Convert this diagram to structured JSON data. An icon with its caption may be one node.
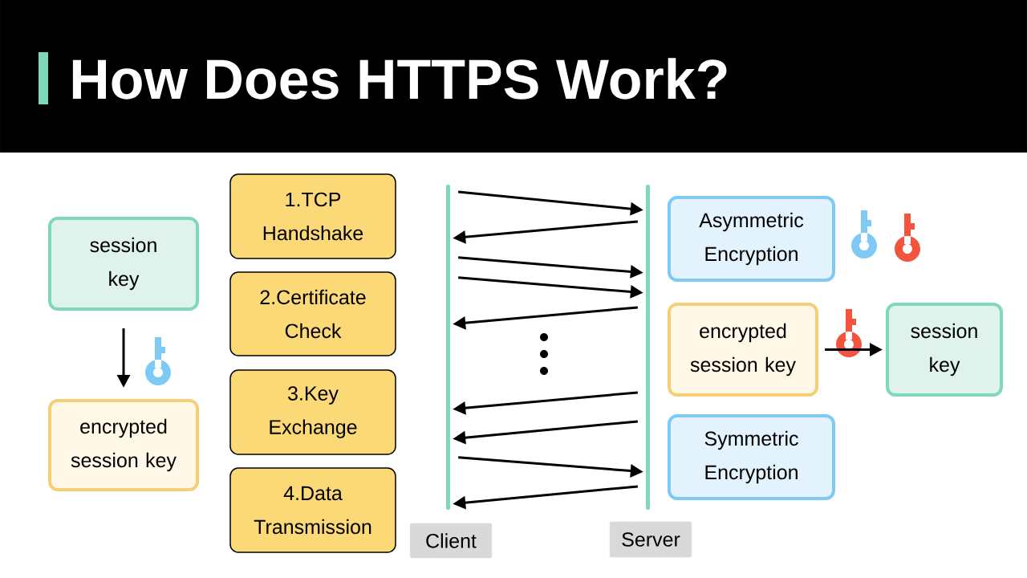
{
  "diagram": {
    "title": "How Does HTTPS Work?",
    "nodes": [
      {
        "text": [
          "session key"
        ]
      },
      {
        "text": [
          "encrypted session key"
        ]
      },
      {
        "text": [
          "1.TCP Handshake"
        ]
      },
      {
        "text": [
          "2.Certificate Check"
        ]
      },
      {
        "text": [
          "3.Key Exchange"
        ]
      },
      {
        "text": [
          "4.Data Transmission"
        ]
      },
      {
        "text": [],
        "shape": "bar"
      },
      {
        "text": [],
        "shape": "bar"
      },
      {
        "text": [
          "Asymmetric Encryption"
        ]
      },
      {
        "text": [
          "encrypted session key"
        ]
      },
      {
        "text": [
          "session key"
        ]
      },
      {
        "text": [
          "Symmetric Encryption"
        ]
      },
      {
        "text": [
          "Client"
        ]
      },
      {
        "text": [
          "Server"
        ]
      }
    ],
    "edges": [
      {
        "from": 0,
        "to": 1,
        "arrow": "to"
      },
      {
        "from": 6,
        "to": 7,
        "arrow": "to"
      },
      {
        "from": 7,
        "to": 6,
        "arrow": "to"
      },
      {
        "from": 6,
        "to": 7,
        "arrow": "to"
      },
      {
        "from": 6,
        "to": 7,
        "arrow": "to"
      },
      {
        "from": 7,
        "to": 6,
        "arrow": "to"
      },
      {
        "from": 7,
        "to": 6,
        "arrow": "to"
      },
      {
        "from": 7,
        "to": 6,
        "arrow": "to"
      },
      {
        "from": 6,
        "to": 7,
        "arrow": "to"
      },
      {
        "from": 7,
        "to": 6,
        "arrow": "to"
      },
      {
        "from": 9,
        "to": 10,
        "arrow": "to"
      }
    ]
  }
}
